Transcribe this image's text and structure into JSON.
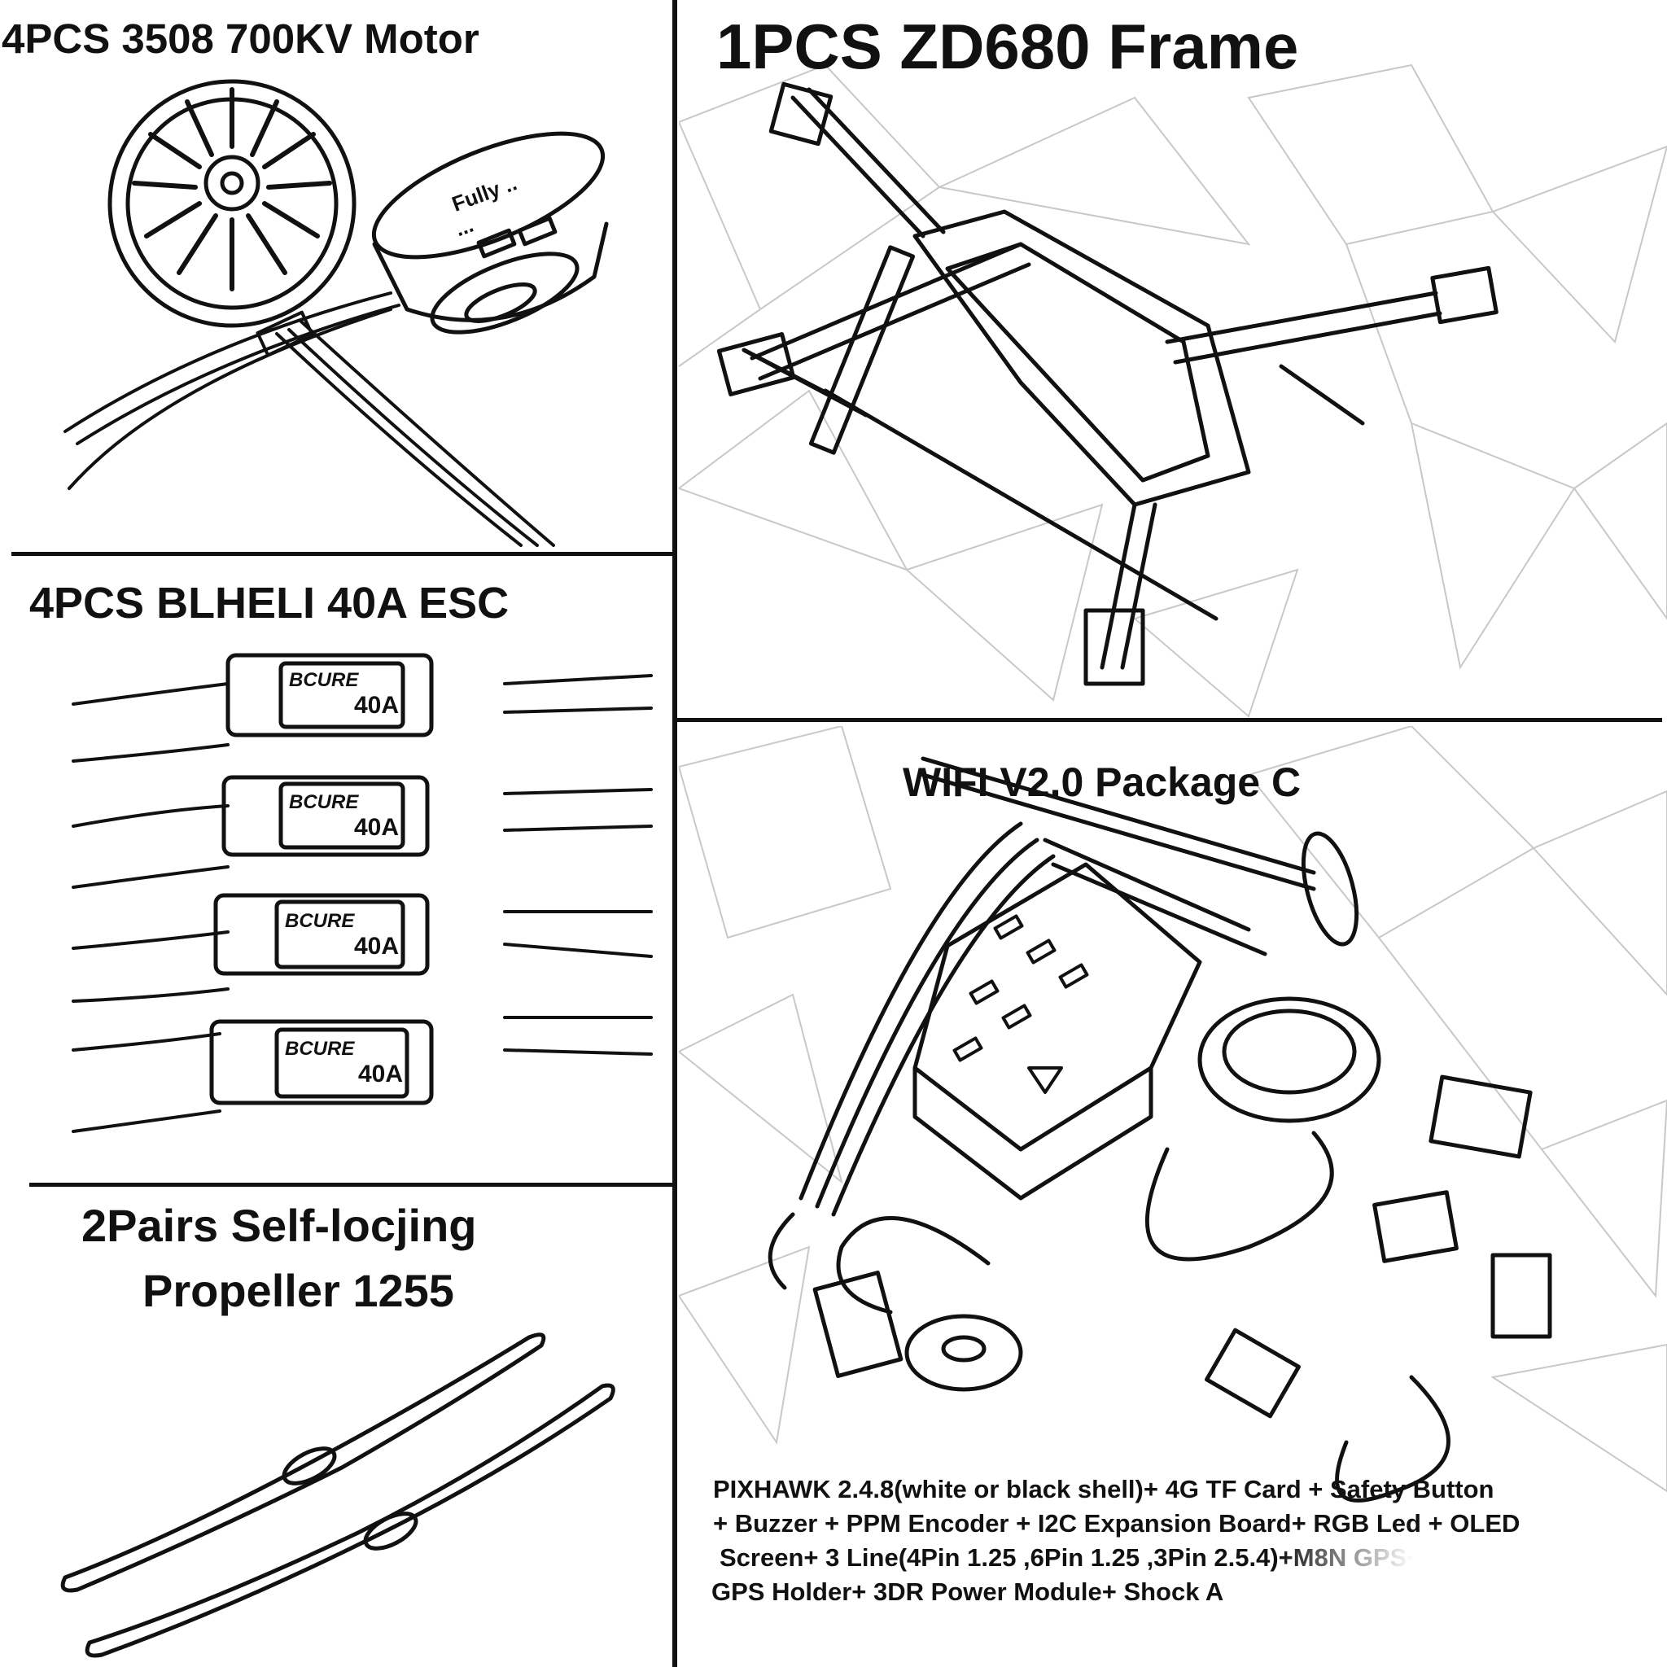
{
  "panels": {
    "motor": {
      "title": "4PCS 3508 700KV Motor",
      "label_line1": "Fully ..",
      "label_line2": "..."
    },
    "esc": {
      "title": "4PCS BLHELI 40A ESC",
      "units": [
        {
          "brand": "BCURE",
          "rating": "40A"
        },
        {
          "brand": "BCURE",
          "rating": "40A"
        },
        {
          "brand": "BCURE",
          "rating": "40A"
        },
        {
          "brand": "BCURE",
          "rating": "40A"
        }
      ]
    },
    "propeller": {
      "title_line1": "2Pairs Self-locjing",
      "title_line2": "Propeller 1255"
    },
    "frame": {
      "title": "1PCS ZD680 Frame"
    },
    "package": {
      "title": "WIFI V2.0 Package C",
      "desc_lines": [
        "PIXHAWK 2.4.8(white or black shell)+ 4G TF Card + Safety Button",
        "+ Buzzer + PPM Encoder + I2C Expansion Board+ RGB Led + OLED",
        "Screen+ 3 Line(4Pin 1.25 ,6Pin 1.25 ,3Pin 2.5.4)+M8N GPS+",
        "GPS Holder+  3DR Power Module+ Shock A"
      ]
    }
  }
}
